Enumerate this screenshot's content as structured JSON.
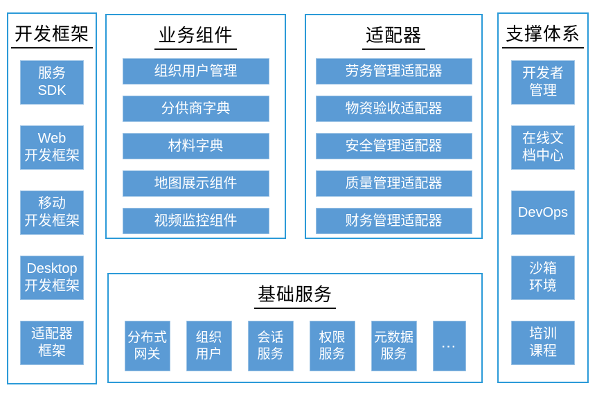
{
  "colors": {
    "panel_border": "#2b9ad8",
    "box_fill": "#5b9bd5",
    "box_border": "#9cc3e5",
    "title_text": "#000000",
    "box_text": "#ffffff",
    "background": "#ffffff"
  },
  "dev_framework": {
    "title": "开发框架",
    "items": [
      "服务\nSDK",
      "Web\n开发框架",
      "移动\n开发框架",
      "Desktop\n开发框架",
      "适配器\n框架"
    ]
  },
  "business_components": {
    "title": "业务组件",
    "items": [
      "组织用户管理",
      "分供商字典",
      "材料字典",
      "地图展示组件",
      "视频监控组件"
    ]
  },
  "adapters": {
    "title": "适配器",
    "items": [
      "劳务管理适配器",
      "物资验收适配器",
      "安全管理适配器",
      "质量管理适配器",
      "财务管理适配器"
    ]
  },
  "support_system": {
    "title": "支撑体系",
    "items": [
      "开发者\n管理",
      "在线文\n档中心",
      "DevOps",
      "沙箱\n环境",
      "培训\n课程"
    ]
  },
  "basic_services": {
    "title": "基础服务",
    "items": [
      "分布式\n网关",
      "组织\n用户",
      "会话\n服务",
      "权限\n服务",
      "元数据\n服务",
      "⋯"
    ]
  }
}
